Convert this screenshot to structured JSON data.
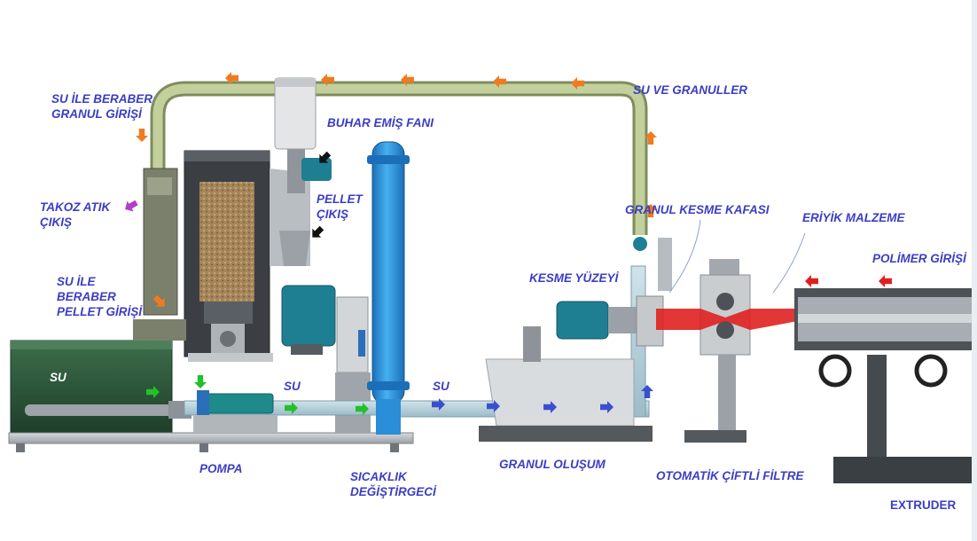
{
  "labels": {
    "granule_inlet": [
      "SU İLE BERABER",
      "GRANUL GİRİŞİ"
    ],
    "wedge_waste": [
      "TAKOZ ATIK",
      "ÇIKIŞ"
    ],
    "pellet_inlet": [
      "SU İLE",
      "BERABER",
      "PELLET GİRİŞİ"
    ],
    "steam_fan": "BUHAR EMİŞ FANI",
    "pellet_outlet": [
      "PELLET",
      "ÇIKIŞ"
    ],
    "water_granules": "SU VE GRANULLER",
    "cutting_head": "GRANUL KESME KAFASI",
    "melt": "ERİYİK MALZEME",
    "polymer_inlet": "POLİMER GİRİŞİ",
    "cutting_surface": "KESME YÜZEYİ",
    "tank_water": "SU",
    "water_1": "SU",
    "water_2": "SU",
    "pump": "POMPA",
    "heat_exchanger": [
      "SICAKLIK",
      "DEĞİŞTİRGECİ"
    ],
    "granule_formation": "GRANUL OLUŞUM",
    "filter": "OTOMATİK ÇİFTLİ FİLTRE",
    "extruder": "EXTRUDER"
  },
  "colors": {
    "label": "#3b3ec4",
    "flow_orange": "#f07a1e",
    "flow_green": "#22c12a",
    "flow_blue": "#3a4fd0",
    "flow_red": "#e02020",
    "flow_purple": "#b23fc7",
    "flow_black": "#111111",
    "exchanger_blue": "#2a8ed8",
    "tank_green": "#2c5a3a",
    "pump_teal": "#1f8a8a"
  }
}
